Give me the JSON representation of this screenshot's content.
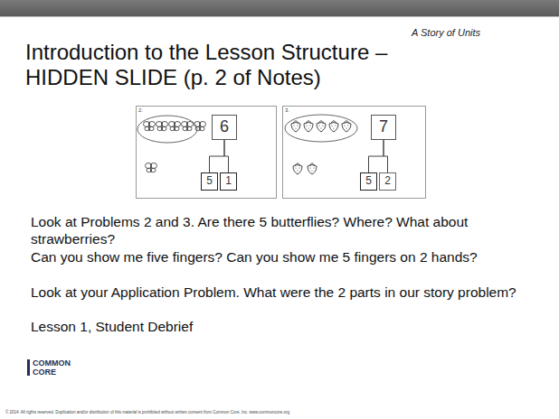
{
  "diagram": {
    "title": "Introduction to the Lesson Structure – HIDDEN SLIDE (p. 2 of Notes)",
    "nodes": [
      {
        "text": [
          "6"
        ]
      },
      {
        "text": [
          "5"
        ]
      },
      {
        "text": [
          "1"
        ]
      },
      {
        "text": [
          "7"
        ]
      },
      {
        "text": [
          "5"
        ]
      },
      {
        "text": [
          "2"
        ]
      }
    ],
    "edges": [
      {
        "from": 0,
        "to": 1,
        "arrow": "none"
      },
      {
        "from": 0,
        "to": 2,
        "arrow": "none"
      },
      {
        "from": 3,
        "to": 4,
        "arrow": "none"
      },
      {
        "from": 3,
        "to": 5,
        "arrow": "none"
      }
    ],
    "labels": [
      "A Story of Units",
      "2.",
      "3.",
      "Look at Problems 2 and 3. Are there 5 butterflies? Where? What about strawberries?",
      "Can you show me five fingers? Can you show me 5 fingers on 2 hands?",
      "Look at your Application Problem. What were the 2 parts in our story problem?",
      "Lesson 1, Student Debrief",
      "COMMON",
      "CORE",
      "© 2014. All rights reserved. Duplication and/or distribution of this material is prohibited without written consent from Common Core, Inc. www.commoncore.org"
    ]
  }
}
